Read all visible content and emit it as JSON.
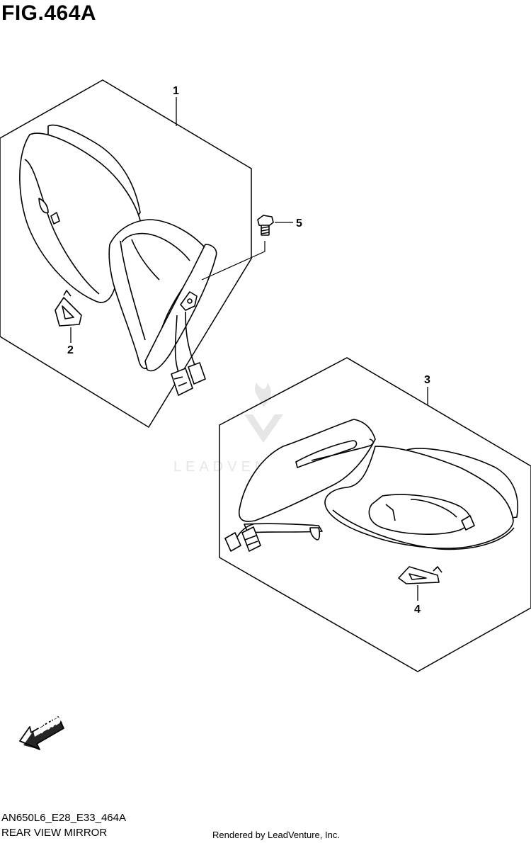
{
  "figure": {
    "title": "FIG.464A"
  },
  "callouts": [
    "1",
    "2",
    "3",
    "4",
    "5"
  ],
  "arrow": {
    "label": "FWD"
  },
  "watermark": {
    "text": "LEADVENTURE"
  },
  "footer": {
    "code": "AN650L6_E28_E33_464A",
    "name": "REAR VIEW MIRROR",
    "rendered": "Rendered by LeadVenture, Inc."
  }
}
